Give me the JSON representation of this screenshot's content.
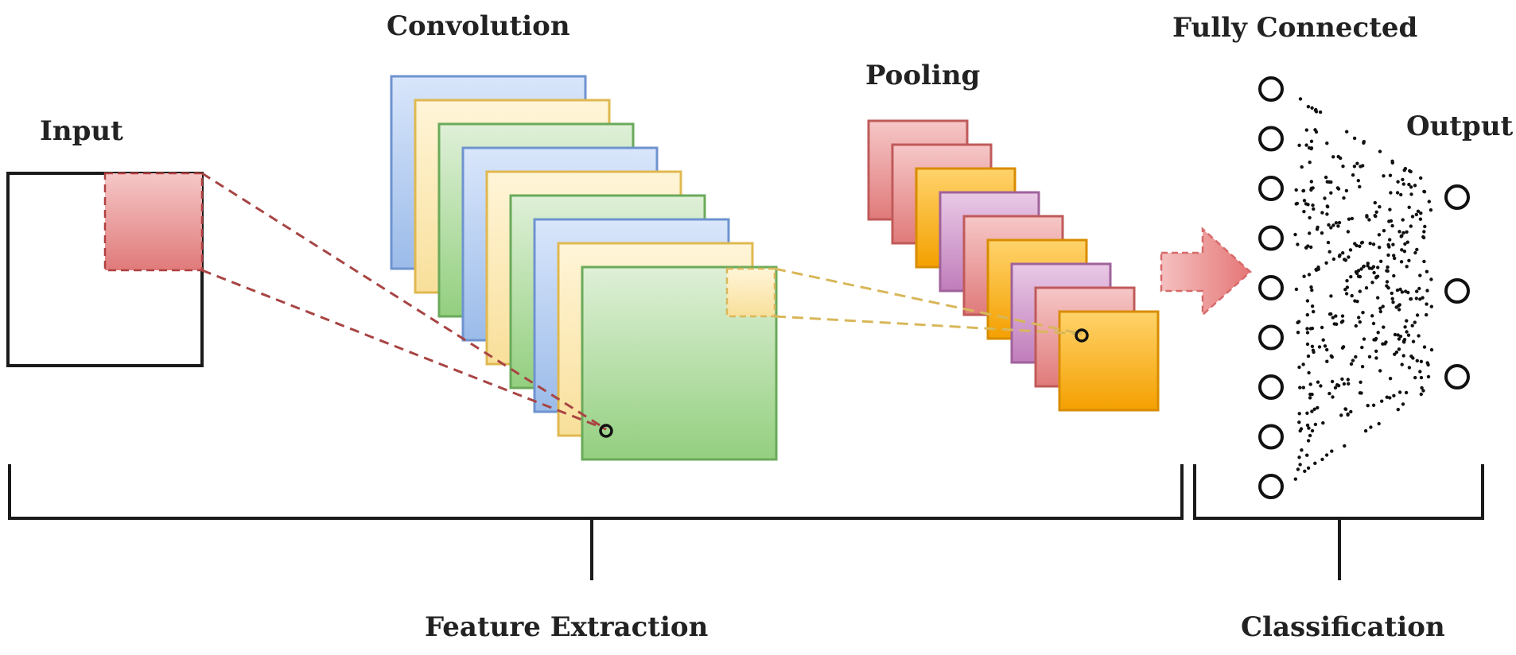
{
  "labels": {
    "input": "Input",
    "convolution": "Convolution",
    "pooling": "Pooling",
    "fully_connected": "Fully Connected",
    "output": "Output",
    "feature_extraction": "Feature Extraction",
    "classification": "Classification"
  },
  "colors": {
    "blue": "#7fa7e0",
    "yellow": "#f3d58c",
    "green": "#8cc97a",
    "pink": "#e58a8a",
    "orange": "#f5a300",
    "purple": "#c48cc0",
    "dash_red": "#a84444",
    "dash_yellow": "#d8b75a"
  }
}
